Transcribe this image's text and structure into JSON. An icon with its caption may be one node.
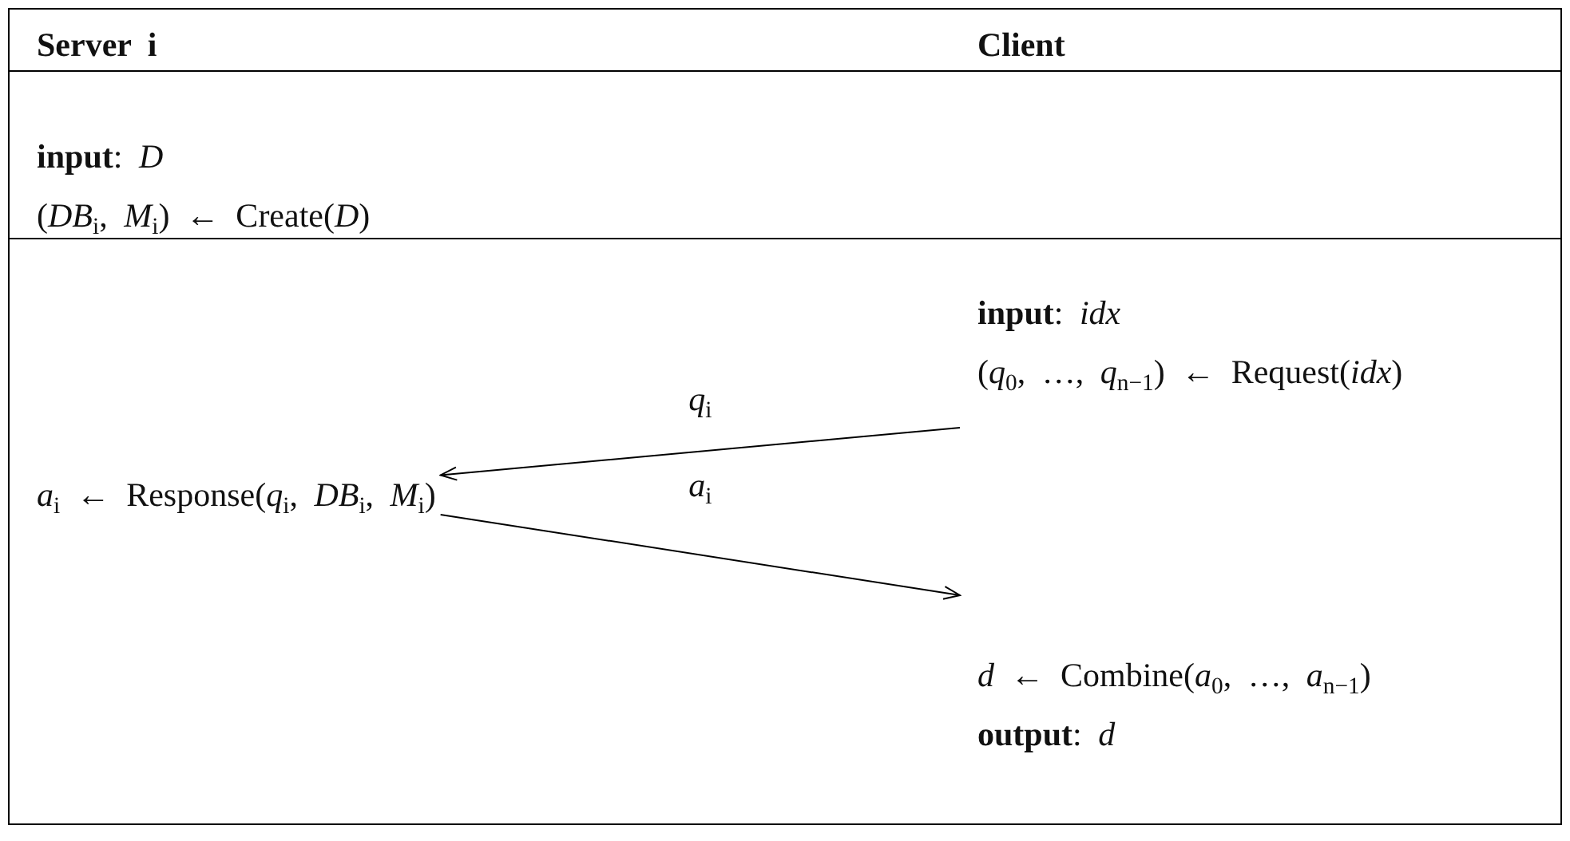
{
  "diagram": {
    "nodes": [
      {
        "text": [
          "(*q*$_{0}$, …, *q*$_{n−1}$) ← Request(*idx*)"
        ]
      },
      {
        "text": [
          "*a*$_{i}$ ← Response(*q*$_{i}$, *DB*$_{i}$, *M*$_{i}$)"
        ]
      },
      {
        "text": [
          "*d* ← Combine(*a*$_{0}$, …, *a*$_{n−1}$)"
        ]
      }
    ],
    "edges": [
      {
        "from": null,
        "to": 1,
        "arrow": "to",
        "label": "*q*$_{i}$"
      },
      {
        "from": 1,
        "to": null,
        "arrow": "to",
        "label": "*a*$_{i}$"
      }
    ],
    "labels": [
      "Server i",
      "Client",
      "**input**: *D*",
      "(*DB*$_{i}$, *M*$_{i}$) ← Create(*D*)",
      "**input**: *idx*",
      "**output**: *d*"
    ]
  }
}
